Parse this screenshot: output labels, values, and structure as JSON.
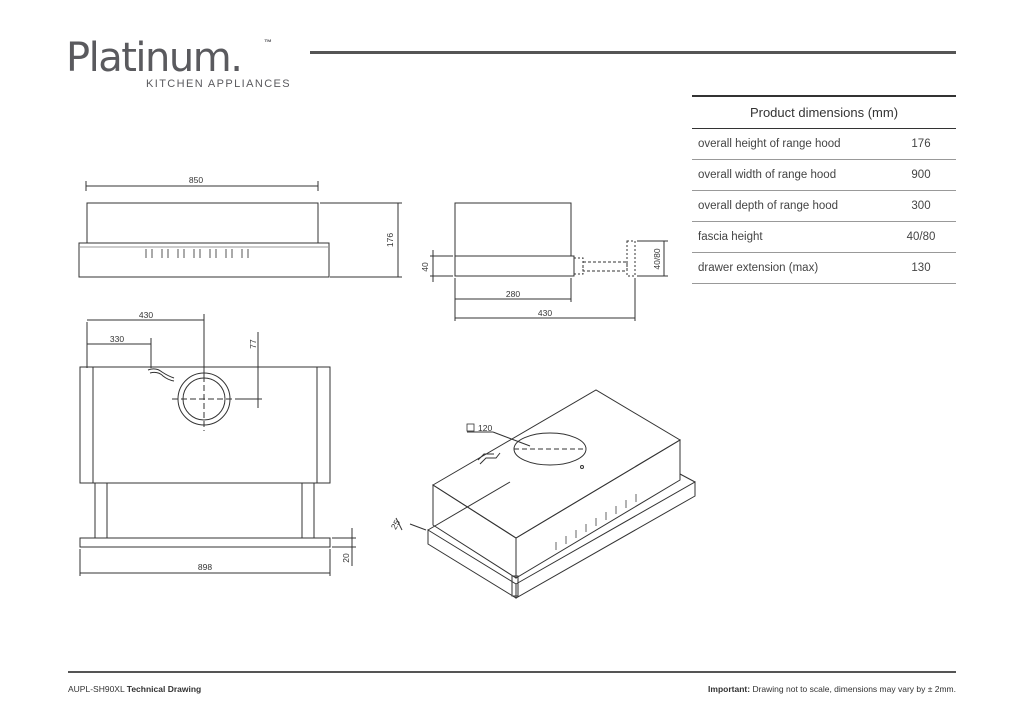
{
  "brand": {
    "name": "Platinum.",
    "trademark": "™",
    "tagline": "KITCHEN APPLIANCES"
  },
  "spec_table": {
    "title": "Product dimensions (mm)",
    "rows": [
      {
        "label": "overall height of range hood",
        "value": "176"
      },
      {
        "label": "overall width of range hood",
        "value": "900"
      },
      {
        "label": "overall depth of range hood",
        "value": "300"
      },
      {
        "label": "fascia height",
        "value": "40/80"
      },
      {
        "label": "drawer extension (max)",
        "value": "130"
      }
    ]
  },
  "drawing": {
    "front_width": "850",
    "front_height": "176",
    "side_fascia": "40",
    "side_fascia_range": "40/80",
    "side_depth": "280",
    "side_overall": "430",
    "plan_duct_x": "430",
    "plan_switch_x": "330",
    "plan_duct_y": "77",
    "plan_width": "898",
    "plan_base": "20",
    "iso_duct": "120",
    "iso_edge": "25"
  },
  "footer": {
    "model": "AUPL-SH90XL",
    "doc_type": "Technical Drawing",
    "note_label": "Important:",
    "note_text": "Drawing not to scale, dimensions may vary by ± 2mm."
  }
}
